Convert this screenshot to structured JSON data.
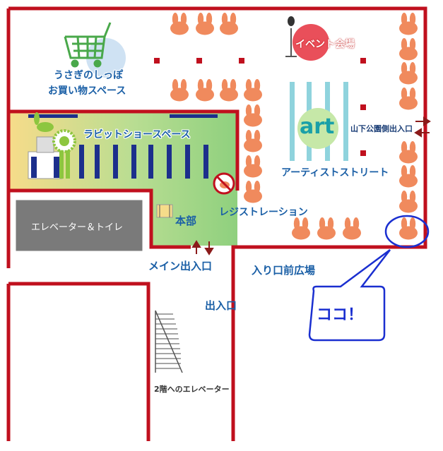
{
  "colors": {
    "wall": "#c0101e",
    "label_blue": "#1a5fa6",
    "rabbit": "#f08a5d",
    "pillar": "#c0101e",
    "elevator_block": "#7a7a7a",
    "art_circle": "#c6e8a8",
    "stripe": "#8fd3dd",
    "event_circle": "#e94f5a",
    "callout": "#1a2fd0"
  },
  "labels": {
    "shopping_line1": "うさぎのしっぽ",
    "shopping_line2": "お買い物スペース",
    "event_hall": "イベント会場",
    "art": "art",
    "artist_street": "アーティストストリート",
    "park_entrance": "山下公園側出入口",
    "show_space": "ラビットショースペース",
    "registration": "レジストレーション",
    "headquarters": "本部",
    "elevator_toilet": "エレベーター＆トイレ",
    "main_entrance": "メイン出入口",
    "plaza": "入り口前広場",
    "entrance": "出入口",
    "second_floor_elevator": "2階へのエレベーター",
    "callout": "ココ！"
  },
  "icons": {
    "cart": "shopping-cart-icon",
    "microphone": "microphone-stand-icon",
    "rabbit": "rabbit-head-icon",
    "trophy": "trophy-icon",
    "rosette": "rosette-icon",
    "no_entry": "no-rabbit-icon",
    "stairs": "stairs-icon"
  }
}
